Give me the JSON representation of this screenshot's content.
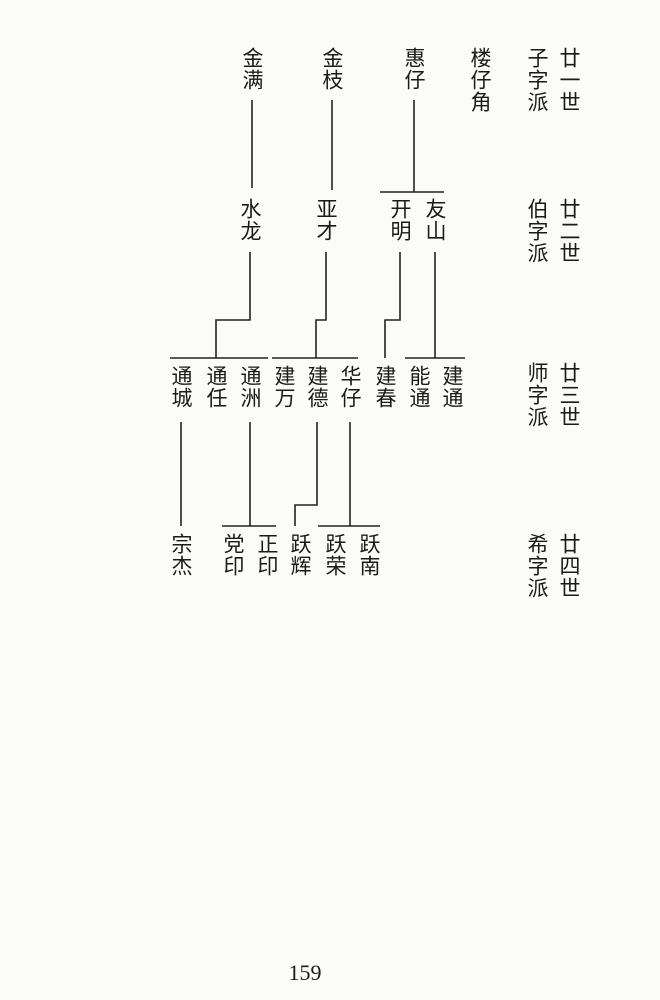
{
  "generations": [
    {
      "number": "廿一世",
      "branch": "子字派"
    },
    {
      "number": "廿二世",
      "branch": "伯字派"
    },
    {
      "number": "廿三世",
      "branch": "师字派"
    },
    {
      "number": "廿四世",
      "branch": "希字派"
    }
  ],
  "gen21": {
    "branch_name": "楼仔角",
    "members": [
      "惠仔",
      "金枝",
      "金满"
    ]
  },
  "gen22": {
    "members": [
      "友山",
      "开明",
      "亚才",
      "水龙"
    ]
  },
  "gen23": {
    "members": [
      "建通",
      "能通",
      "建春",
      "华仔",
      "建德",
      "建万",
      "通洲",
      "通任",
      "通城"
    ]
  },
  "gen24": {
    "members": [
      "跃南",
      "跃荣",
      "跃辉",
      "正印",
      "党印",
      "宗杰"
    ]
  },
  "page_number": "159"
}
